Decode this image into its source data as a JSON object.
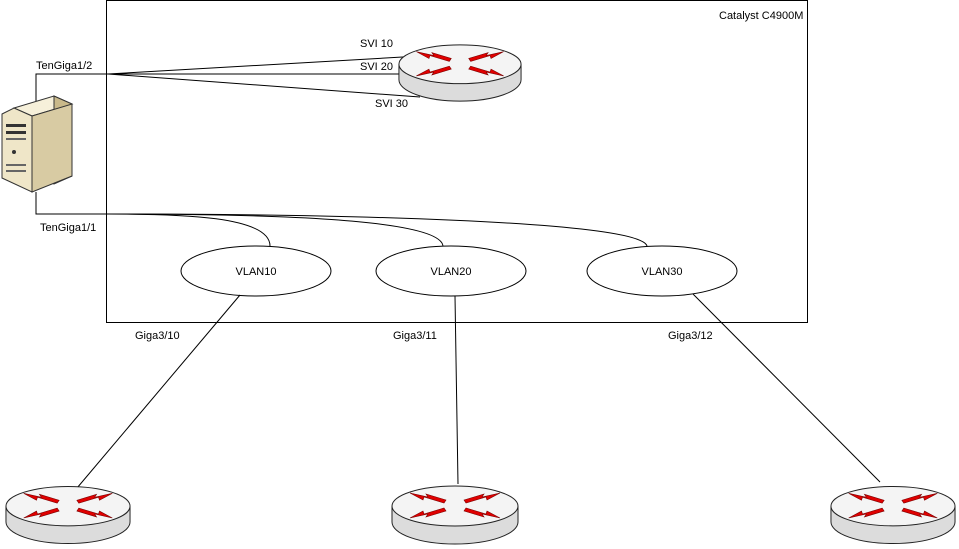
{
  "chassis": {
    "label": "Catalyst C4900M"
  },
  "server": {
    "icon": "server-tower-icon",
    "uplink_top_label": "TenGiga1/2",
    "uplink_bottom_label": "TenGiga1/1"
  },
  "core_router": {
    "icon": "router-icon",
    "svis": [
      "SVI 10",
      "SVI 20",
      "SVI 30"
    ]
  },
  "vlans": [
    {
      "label": "VLAN10",
      "port": "Giga3/10"
    },
    {
      "label": "VLAN20",
      "port": "Giga3/11"
    },
    {
      "label": "VLAN30",
      "port": "Giga3/12"
    }
  ],
  "edge_routers": [
    {
      "icon": "router-icon"
    },
    {
      "icon": "router-icon"
    },
    {
      "icon": "router-icon"
    }
  ],
  "colors": {
    "router_arrow": "#e00000",
    "router_body": "#f2f2f2",
    "server_body": "#efe6c8"
  }
}
